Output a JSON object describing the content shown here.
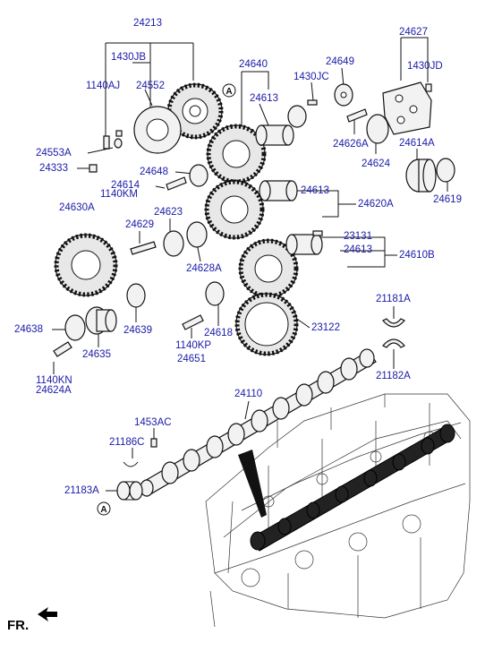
{
  "callouts": {
    "p24213": "24213",
    "p1430JB": "1430JB",
    "p1140AJ": "1140AJ",
    "p24552": "24552",
    "p24553A": "24553A",
    "p24333": "24333",
    "p24640": "24640",
    "p24613a": "24613",
    "p1430JC": "1430JC",
    "p24649": "24649",
    "p24627": "24627",
    "p1430JD": "1430JD",
    "p24626A": "24626A",
    "p24624": "24624",
    "p24614A": "24614A",
    "p24619": "24619",
    "p24648": "24648",
    "p24614": "24614",
    "p1140KM": "1140KM",
    "p24613b": "24613",
    "p24620A": "24620A",
    "p24630A": "24630A",
    "p24629": "24629",
    "p24623": "24623",
    "p24628A": "24628A",
    "p23131": "23131",
    "p24613c": "24613",
    "p24610B": "24610B",
    "p21181A": "21181A",
    "p24638": "24638",
    "p24639": "24639",
    "p24618": "24618",
    "p23122": "23122",
    "p24635": "24635",
    "p1140KP": "1140KP",
    "p24651": "24651",
    "p21182A": "21182A",
    "p1140KN": "1140KN",
    "p24624A": "24624A",
    "p24110": "24110",
    "p1453AC": "1453AC",
    "p21186C": "21186C",
    "p21183A": "21183A"
  },
  "markers": {
    "ref_top": "A",
    "ref_bottom": "A"
  },
  "footer": {
    "direction_label": "FR."
  },
  "colors": {
    "label": "#1a1aa8",
    "line": "#111111"
  }
}
